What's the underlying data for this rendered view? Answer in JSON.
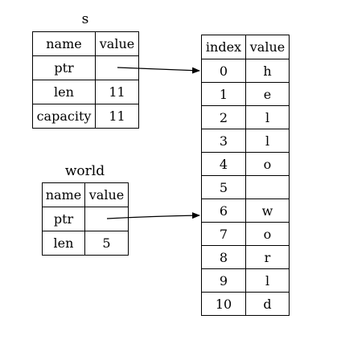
{
  "s": {
    "caption": "s",
    "header": [
      "name",
      "value"
    ],
    "rows": [
      {
        "name": "ptr",
        "value": ""
      },
      {
        "name": "len",
        "value": "11"
      },
      {
        "name": "capacity",
        "value": "11"
      }
    ]
  },
  "world": {
    "caption": "world",
    "header": [
      "name",
      "value"
    ],
    "rows": [
      {
        "name": "ptr",
        "value": ""
      },
      {
        "name": "len",
        "value": "5"
      }
    ]
  },
  "heap": {
    "header": [
      "index",
      "value"
    ],
    "rows": [
      {
        "index": "0",
        "value": "h"
      },
      {
        "index": "1",
        "value": "e"
      },
      {
        "index": "2",
        "value": "l"
      },
      {
        "index": "3",
        "value": "l"
      },
      {
        "index": "4",
        "value": "o"
      },
      {
        "index": "5",
        "value": ""
      },
      {
        "index": "6",
        "value": "w"
      },
      {
        "index": "7",
        "value": "o"
      },
      {
        "index": "8",
        "value": "r"
      },
      {
        "index": "9",
        "value": "l"
      },
      {
        "index": "10",
        "value": "d"
      }
    ]
  },
  "pointers": [
    {
      "from": "s.ptr",
      "to": "heap.0"
    },
    {
      "from": "world.ptr",
      "to": "heap.6"
    }
  ]
}
